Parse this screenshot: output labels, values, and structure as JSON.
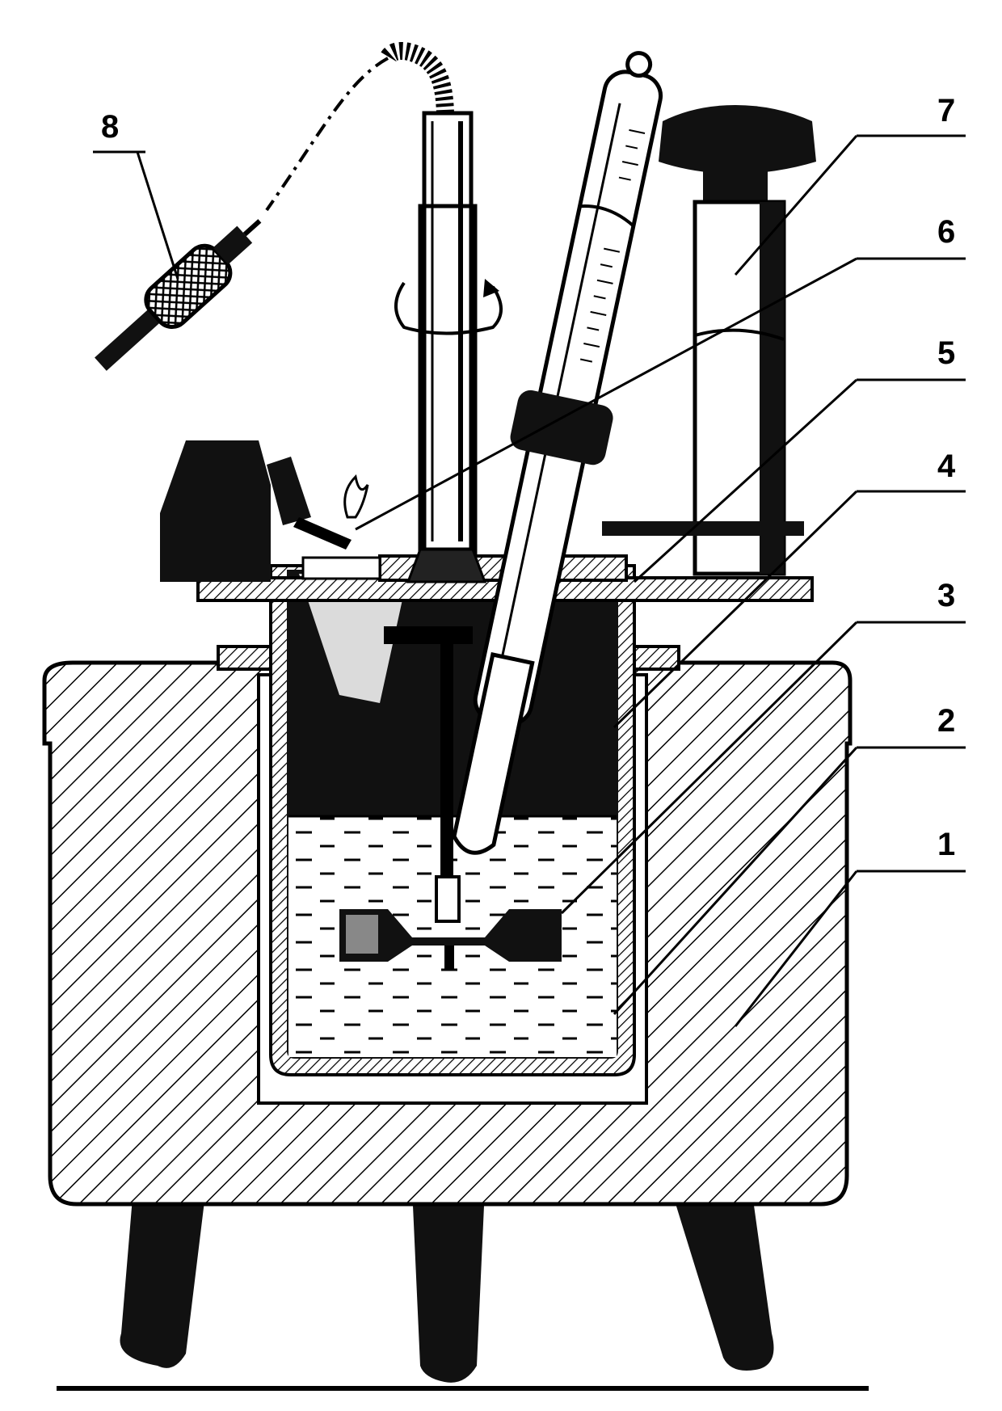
{
  "diagram": {
    "callouts": [
      {
        "id": "1",
        "label": "1"
      },
      {
        "id": "2",
        "label": "2"
      },
      {
        "id": "3",
        "label": "3"
      },
      {
        "id": "4",
        "label": "4"
      },
      {
        "id": "5",
        "label": "5"
      },
      {
        "id": "6",
        "label": "6"
      },
      {
        "id": "7",
        "label": "7"
      },
      {
        "id": "8",
        "label": "8"
      }
    ],
    "colors": {
      "ink": "#000000",
      "paper": "#ffffff"
    }
  }
}
